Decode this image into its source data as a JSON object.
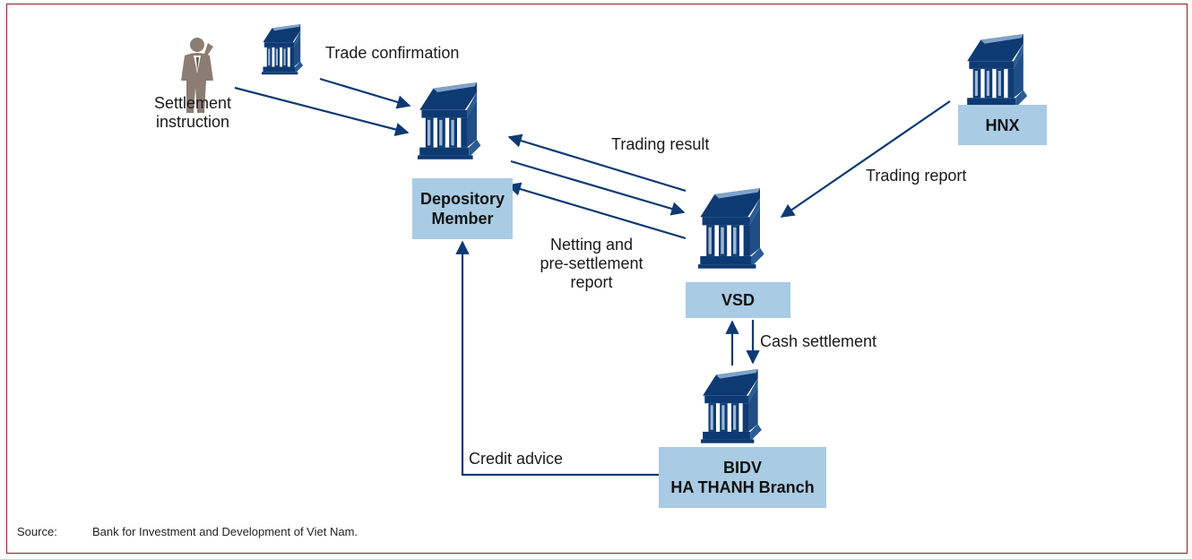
{
  "nodes": {
    "depository_member": {
      "line1": "Depository",
      "line2": "Member"
    },
    "hnx": {
      "label": "HNX"
    },
    "vsd": {
      "label": "VSD"
    },
    "bidv": {
      "line1": "BIDV",
      "line2": "HA THANH Branch"
    }
  },
  "edges": {
    "trade_confirmation": "Trade confirmation",
    "settlement_instruction": {
      "line1": "Settlement",
      "line2": "instruction"
    },
    "trading_result": "Trading result",
    "trading_report": "Trading report",
    "netting": {
      "line1": "Netting and",
      "line2": "pre-settlement",
      "line3": "report"
    },
    "cash_settlement": "Cash settlement",
    "credit_advice": "Credit advice"
  },
  "source": {
    "prefix": "Source:",
    "text": "Bank for Investment and Development of Viet Nam."
  },
  "colors": {
    "arrow": "#0d3a73",
    "box_fill": "#a9cbe4",
    "building": "#0d3a73",
    "frame": "#8b1f1f"
  },
  "icons": {
    "institution": "bank-building-icon",
    "person": "businessman-on-phone-icon"
  }
}
